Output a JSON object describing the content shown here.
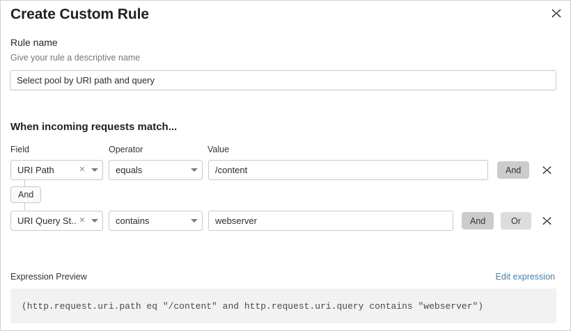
{
  "modal": {
    "title": "Create Custom Rule",
    "close_icon": "close-icon"
  },
  "rule_name": {
    "label": "Rule name",
    "hint": "Give your rule a descriptive name",
    "value": "Select pool by URI path and query",
    "placeholder": "Rule name"
  },
  "conditions": {
    "heading": "When incoming requests match...",
    "columns": {
      "field": "Field",
      "operator": "Operator",
      "value": "Value"
    },
    "group_logic_badge": "And",
    "rows": [
      {
        "field": "URI Path",
        "field_clear_icon": "clear-icon",
        "operator": "equals",
        "value": "/content",
        "value_placeholder": "Value",
        "logic_buttons": [
          {
            "label": "And",
            "state": "active"
          }
        ],
        "delete_icon": "close-icon"
      },
      {
        "field": "URI Query St...",
        "field_clear_icon": "clear-icon",
        "operator": "contains",
        "value": "webserver",
        "value_placeholder": "Value",
        "logic_buttons": [
          {
            "label": "And",
            "state": "active"
          },
          {
            "label": "Or",
            "state": "inactive"
          }
        ],
        "delete_icon": "close-icon"
      }
    ]
  },
  "expression": {
    "label": "Expression Preview",
    "edit_link": "Edit expression",
    "code": "(http.request.uri.path eq \"/content\" and http.request.uri.query contains \"webserver\")"
  },
  "colors": {
    "link": "#4a7fa5",
    "border": "#c8c8c8",
    "code_bg": "#f2f2f2",
    "pill_active": "#cccccc",
    "pill_inactive": "#dcdcdc"
  }
}
